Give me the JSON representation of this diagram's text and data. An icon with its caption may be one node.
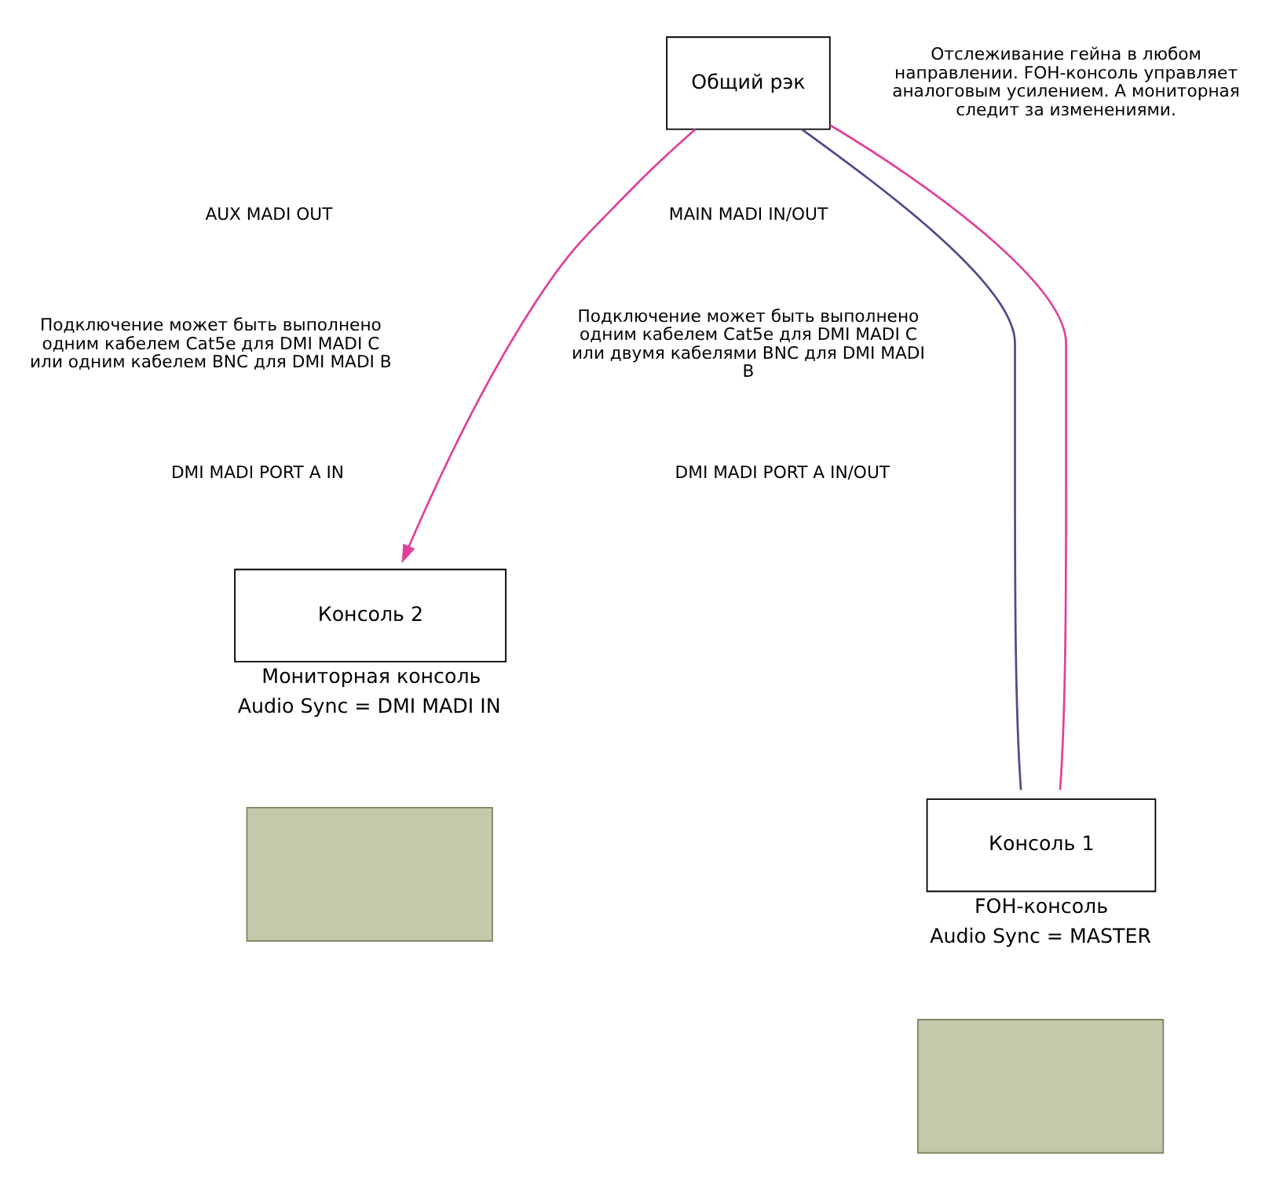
{
  "diagram": {
    "nodes": [
      {
        "text": [
          "Общий рэк"
        ]
      },
      {
        "text": [
          "Консоль 2"
        ],
        "beside": [
          "Мониторная консоль",
          "Audio Sync = DMI MADI IN"
        ]
      },
      {
        "text": [
          "Консоль 1"
        ],
        "beside": [
          "FOH-консоль",
          "Audio Sync = MASTER"
        ]
      },
      {
        "text": [],
        "shape": "box"
      },
      {
        "text": [],
        "shape": "box"
      }
    ],
    "edges": [
      {
        "from": 0,
        "to": 2,
        "arrow": "none",
        "color": "#4b4b8c"
      },
      {
        "from": 0,
        "to": 2,
        "arrow": "none"
      },
      {
        "from": 0,
        "to": 1,
        "arrow": "to"
      }
    ],
    "labels": [
      "Отслеживание гейна в любом направлении. FOH-консоль управляет аналоговым усилением. А мониторная следит за изменениями.",
      "AUX MADI OUT",
      "MAIN MADI IN/OUT",
      "Подключение может быть выполнено одним кабелем Cat5e для DMI MADI C или одним кабелем BNC для DMI MADI B",
      "Подключение может быть выполнено одним кабелем Cat5e для DMI MADI C или двумя кабелями BNC для DMI MADI B",
      "DMI MADI PORT A IN",
      "DMI MADI PORT A IN/OUT"
    ]
  }
}
